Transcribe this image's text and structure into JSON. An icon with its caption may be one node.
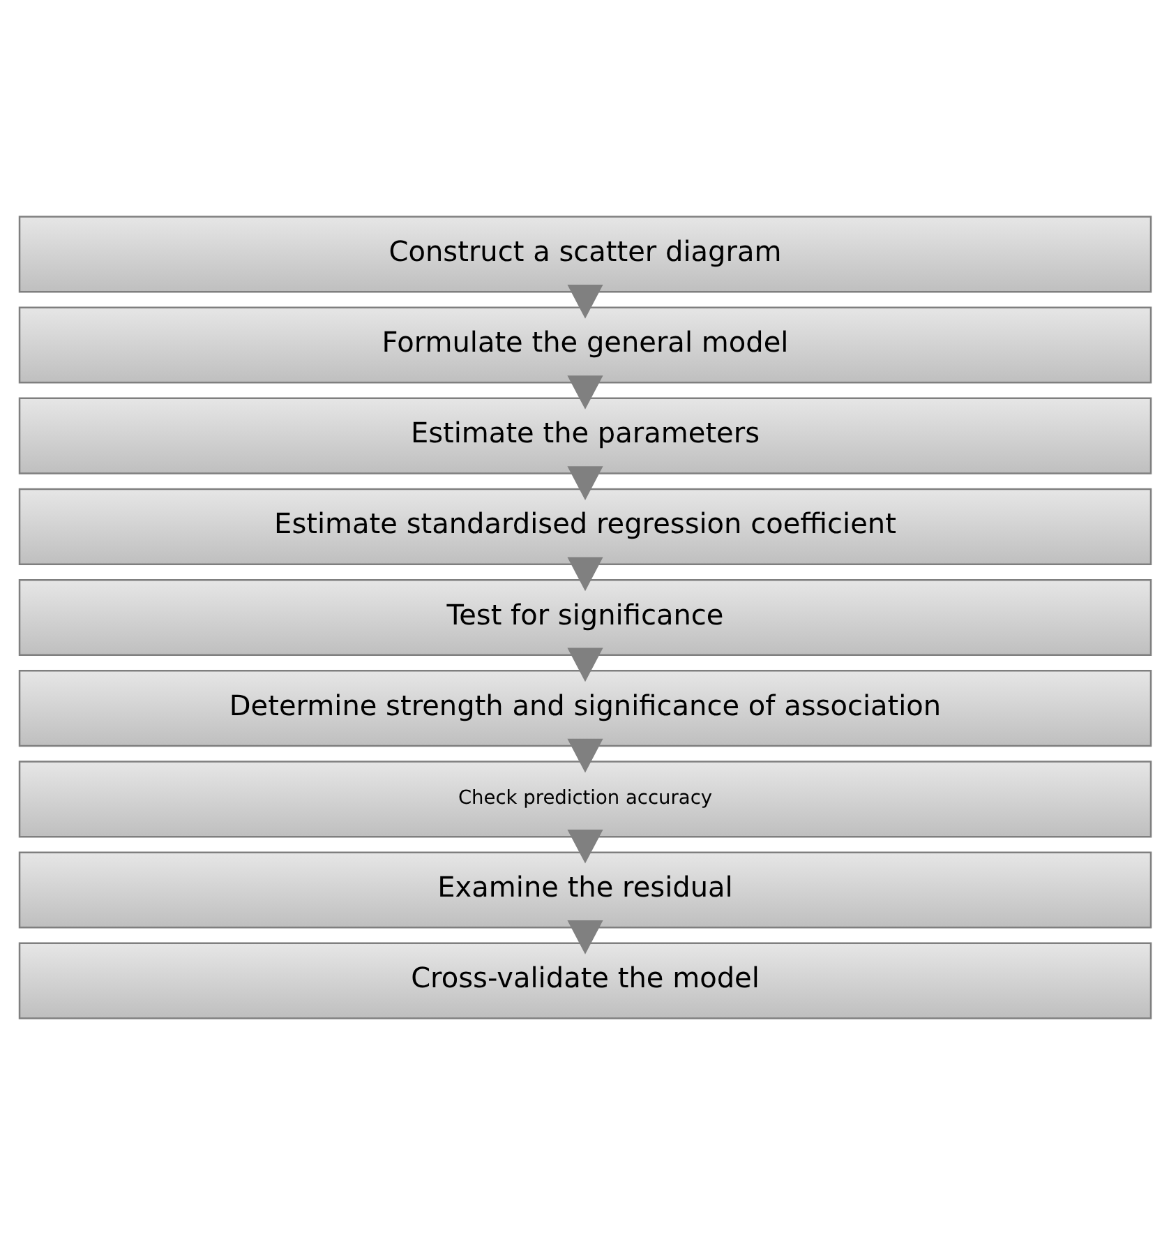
{
  "diagram": {
    "nodes": [
      {
        "text": [
          "Construct a scatter diagram"
        ]
      },
      {
        "text": [
          "Formulate the general model"
        ]
      },
      {
        "text": [
          "Estimate the parameters"
        ]
      },
      {
        "text": [
          "Estimate standardised regression coefficient"
        ]
      },
      {
        "text": [
          "Test for significance"
        ]
      },
      {
        "text": [
          "Determine strength and significance of association"
        ]
      },
      {
        "text": [
          "Check prediction accuracy"
        ]
      },
      {
        "text": [
          "Examine the residual"
        ]
      },
      {
        "text": [
          "Cross-validate the model"
        ]
      }
    ],
    "edges": [
      {
        "from": 0,
        "to": 1,
        "arrow": "to"
      },
      {
        "from": 1,
        "to": 2,
        "arrow": "to"
      },
      {
        "from": 2,
        "to": 3,
        "arrow": "to"
      },
      {
        "from": 3,
        "to": 4,
        "arrow": "to"
      },
      {
        "from": 4,
        "to": 5,
        "arrow": "to"
      },
      {
        "from": 5,
        "to": 6,
        "arrow": "to"
      },
      {
        "from": 6,
        "to": 7,
        "arrow": "to"
      },
      {
        "from": 7,
        "to": 8,
        "arrow": "to"
      }
    ]
  }
}
